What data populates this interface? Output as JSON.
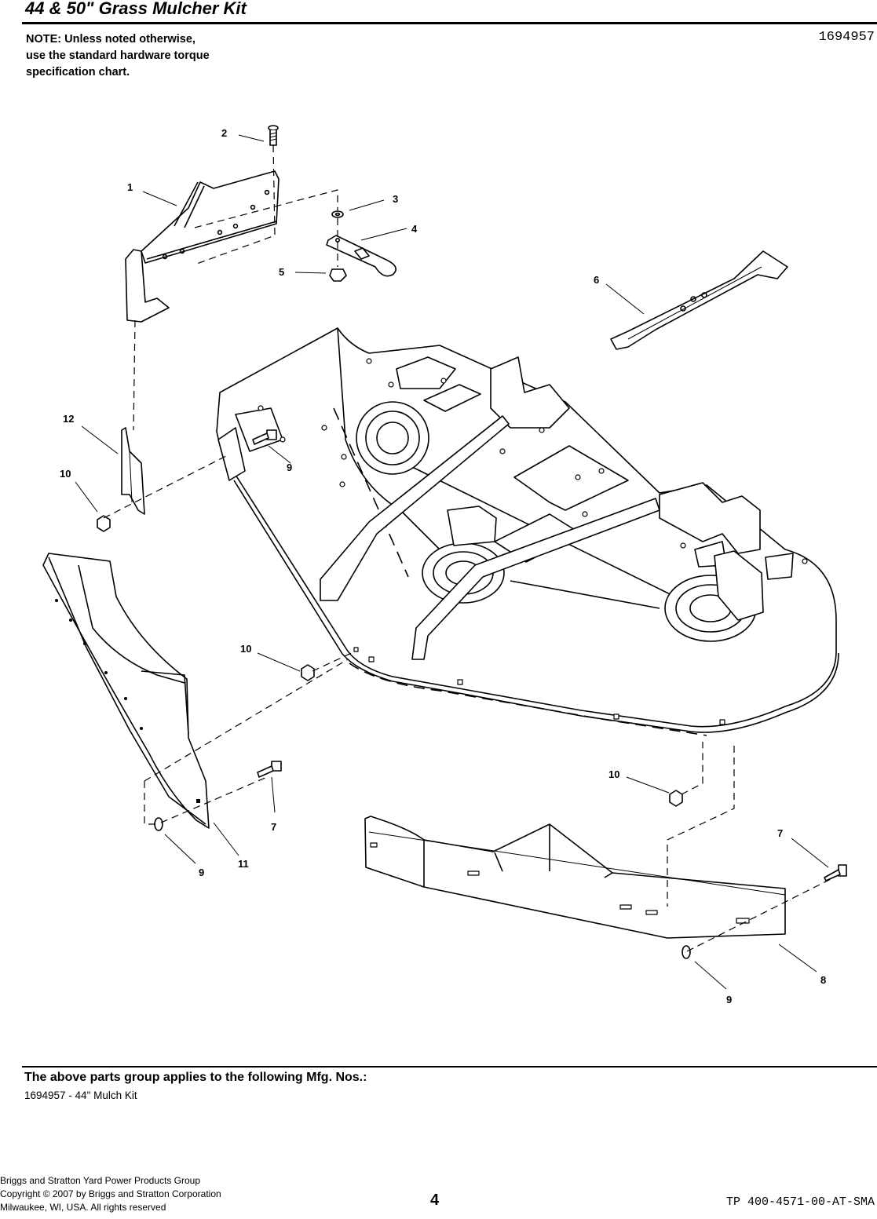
{
  "header": {
    "title": "44 & 50\" Grass Mulcher Kit",
    "note_lines": [
      "NOTE: Unless noted otherwise,",
      "use the standard hardware torque",
      "specification chart."
    ],
    "part_number": "1694957"
  },
  "diagram": {
    "callouts": [
      "1",
      "2",
      "3",
      "4",
      "5",
      "6",
      "12",
      "10",
      "9",
      "10",
      "7",
      "11",
      "9",
      "10",
      "7",
      "9",
      "8"
    ]
  },
  "applies": {
    "heading": "The above parts group applies to the following Mfg. Nos.:",
    "entries": [
      "1694957 - 44\" Mulch Kit"
    ]
  },
  "footer": {
    "company_lines": [
      "Briggs and Stratton Yard Power Products Group",
      "Copyright ©  2007 by Briggs and Stratton Corporation",
      "Milwaukee, WI, USA. All rights reserved"
    ],
    "page_number": "4",
    "doc_code": "TP 400-4571-00-AT-SMA"
  }
}
